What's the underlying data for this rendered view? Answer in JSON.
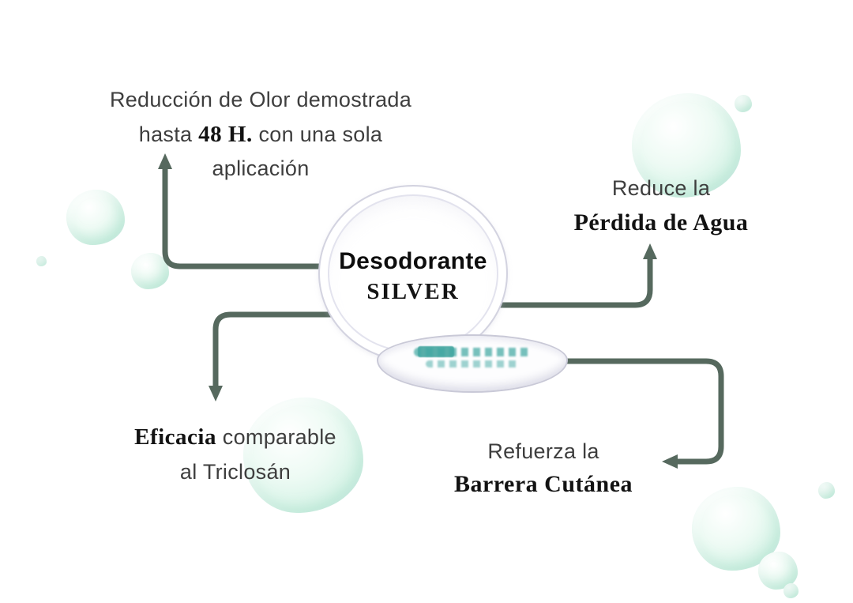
{
  "colors": {
    "arrow": "#56695e",
    "text": "#3e3e3e",
    "accent_text": "#121212",
    "tin_print": "#42a8a2"
  },
  "product": {
    "title": "Desodorante",
    "subtitle": "SILVER"
  },
  "callouts": {
    "odor": {
      "line1": "Reducción de Olor demostrada",
      "line2_pre": "hasta ",
      "line2_bold": "48 H.",
      "line2_post": " con una sola",
      "line3": "aplicación"
    },
    "water": {
      "line1": "Reduce la",
      "line2": "Pérdida de Agua"
    },
    "efficacy": {
      "line1_bold": "Eficacia",
      "line1_rest": " comparable",
      "line2": "al Triclosán"
    },
    "barrier": {
      "line1": "Refuerza la",
      "line2": "Barrera Cutánea"
    }
  }
}
